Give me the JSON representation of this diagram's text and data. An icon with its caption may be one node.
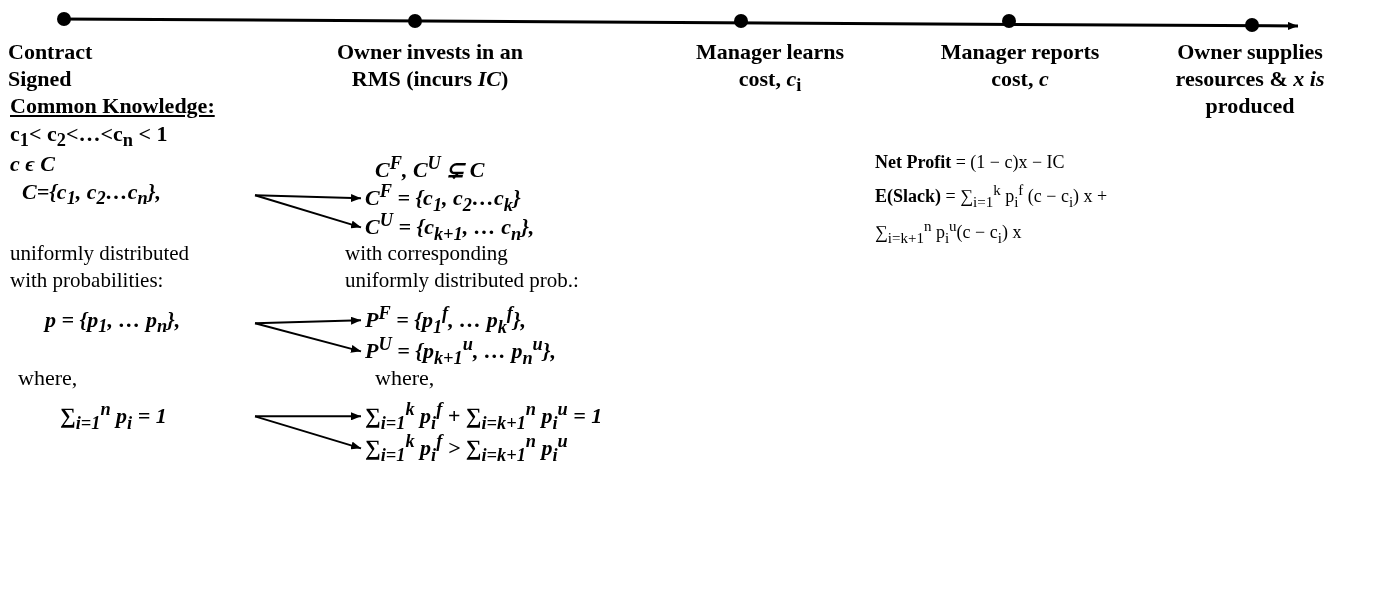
{
  "diagram": {
    "nodes": [
      {
        "text": [
          "C={c$_{1}$, c$_{2}$…c$_{n}$},"
        ]
      },
      {
        "text": [
          "C$^{F}$ = {c$_{1}$, c$_{2}$…c$_{k}$}"
        ]
      },
      {
        "text": [
          "C$^{U}$ = {c$_{k+1}$, … c$_{n}$},"
        ]
      },
      {
        "text": [
          "p = {p$_{1}$, … p$_{n}$},"
        ]
      },
      {
        "text": [
          "P$^{F}$ = {p$_{1}$$^{f}$, … p$_{k}$$^{f}$},"
        ]
      },
      {
        "text": [
          "P$^{U}$ = {p$_{k+1}$$^{u}$, … p$_{n}$$^{u}$},"
        ]
      },
      {
        "text": [
          "∑$_{i=1}$$^{n}$ p$_{i}$ = 1"
        ]
      },
      {
        "text": [
          "∑$_{i=1}$$^{k}$ p$_{i}$$^{f}$ + ∑$_{i=k+1}$$^{n}$ p$_{i}$$^{u}$ = 1"
        ]
      },
      {
        "text": [
          "∑$_{i=1}$$^{k}$ p$_{i}$$^{f}$ > ∑$_{i=k+1}$$^{n}$ p$_{i}$$^{u}$"
        ]
      }
    ],
    "edges": [
      {
        "from": 0,
        "to": 1,
        "arrow": "to"
      },
      {
        "from": 0,
        "to": 2,
        "arrow": "to"
      },
      {
        "from": 3,
        "to": 4,
        "arrow": "to"
      },
      {
        "from": 3,
        "to": 5,
        "arrow": "to"
      },
      {
        "from": 6,
        "to": 7,
        "arrow": "to"
      },
      {
        "from": 6,
        "to": 8,
        "arrow": "to"
      }
    ],
    "labels": [
      "Contract Signed",
      "Owner invests in an RMS (incurs *IC*)",
      "Manager learns cost, *c*$_{i}$",
      "Manager reports cost, *c*",
      "Owner supplies resources & *x is* produced",
      "Common Knowledge:",
      "c$_{1}$< c$_{2}$<…<c$_{n}$ < 1",
      "c ϵ C",
      "C$^{F}$, C$^{U}$ ⊊ C",
      "**Net Profit** = (1 − c)x − IC",
      "**E(Slack)** = ∑$_{i=1}$$^{k}$ p$_{i}$$^{f}$ (c − c$_{i}$) x + ∑$_{i=k+1}$$^{n}$ p$_{i}$$^{u}$(c − c$_{i}$) x",
      "uniformly distributed with probabilities:",
      "with corresponding uniformly distributed prob.:",
      "where,",
      "where,"
    ]
  }
}
